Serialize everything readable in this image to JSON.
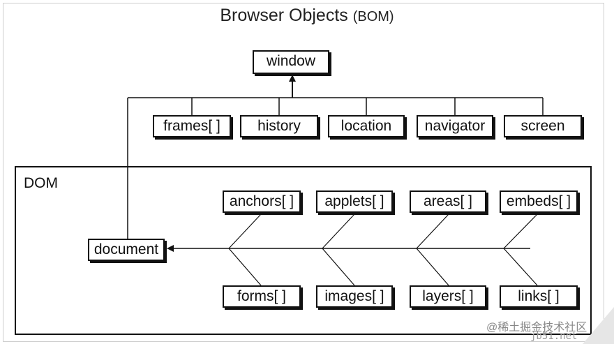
{
  "title": {
    "main": "Browser Objects",
    "sub": "(BOM)"
  },
  "bom": {
    "window": "window",
    "children": [
      "frames[ ]",
      "history",
      "location",
      "navigator",
      "screen"
    ]
  },
  "dom": {
    "label": "DOM",
    "document": "document",
    "top_row": [
      "anchors[ ]",
      "applets[ ]",
      "areas[ ]",
      "embeds[ ]"
    ],
    "bottom_row": [
      "forms[ ]",
      "images[ ]",
      "layers[ ]",
      "links[ ]"
    ]
  },
  "watermark": {
    "line1": "@稀土掘金技术社区",
    "line2": "jb51.net"
  }
}
